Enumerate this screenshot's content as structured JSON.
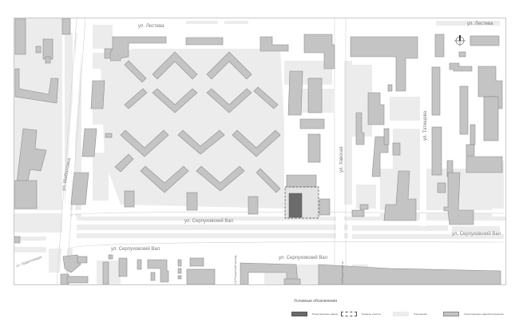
{
  "map": {
    "colors": {
      "background": "#ffffff",
      "landscaping": "#ececec",
      "existing_building": "#c4c4c4",
      "building_stroke": "#8c8c8c",
      "projected_building": "#6b6b6b",
      "border": "#c8c8c8",
      "label": "#7a7a7a"
    },
    "street_labels": {
      "lesteva_left": "ул. Лестева",
      "lesteva_right": "ул. Лестева",
      "shabolovka": "ул. Шаболовка",
      "khavskaya": "ул. Хавская",
      "tatishcheva": "ул. Татищева",
      "serpukhovsky_val_north": "ул. Серпуховский Вал",
      "serpukhovsky_val_north_right": "ул. Серпуховский Вал",
      "serpukhovsky_val_south": "ул. Серпуховский Вал",
      "serpukhovsky_val_south_right": "ул. Серпуховский Вал",
      "ordzhonikidze": "ул. Орджоникидзе",
      "roshchinsky_1": "4-й Рощинский проезд",
      "roshchinsky_2": "4-й Рощинский пр."
    },
    "north_arrow": "north-arrow"
  },
  "legend": {
    "title": "Условные обозначения",
    "items": [
      {
        "key": "projected",
        "label": "Проектируемое здание"
      },
      {
        "key": "boundary",
        "label": "Границы участка"
      },
      {
        "key": "landscape",
        "label": "Озеленение"
      },
      {
        "key": "existing",
        "label": "Существующие здания/сооружения"
      }
    ]
  }
}
